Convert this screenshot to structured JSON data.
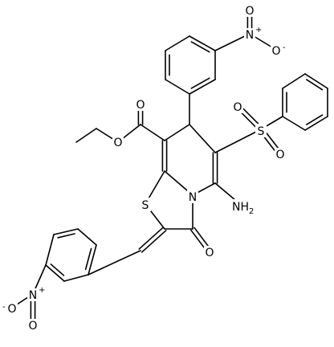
{
  "atoms": {
    "nitro_top_N": "N",
    "nitro_top_O_up": "O",
    "nitro_top_O_right": "O",
    "nitro_bottom_N": "N",
    "nitro_bottom_O_left": "O",
    "nitro_bottom_O_down": "O",
    "ester_O_carbonyl": "O",
    "ester_O_ether": "O",
    "sulfonyl_S": "S",
    "sulfonyl_O_left": "O",
    "sulfonyl_O_right": "O",
    "ring_S": "S",
    "ring_N": "N",
    "ring_O_carbonyl": "O",
    "amino": "NH",
    "amino_subscript": "2"
  },
  "charges": {
    "nitro_top_N": "+",
    "nitro_top_O_right": "-",
    "nitro_bottom_N": "+",
    "nitro_bottom_O_left": "-"
  }
}
